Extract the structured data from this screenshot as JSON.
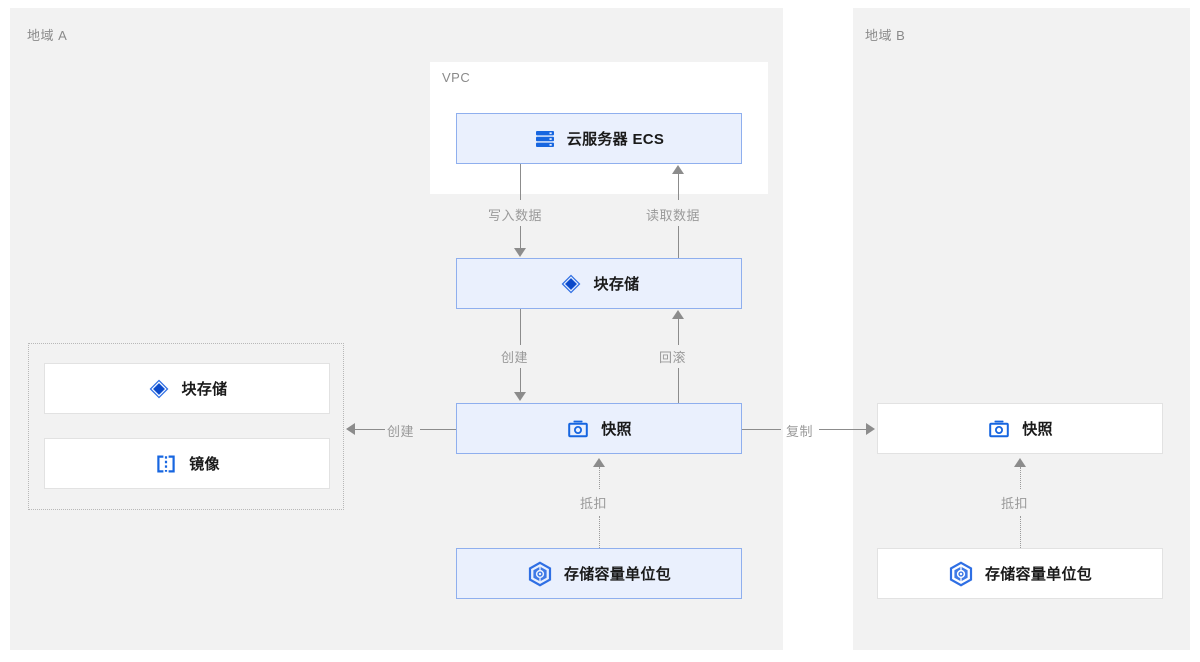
{
  "regions": [
    {
      "id": "a",
      "title": "地域 A"
    },
    {
      "id": "b",
      "title": "地域 B"
    }
  ],
  "vpc": {
    "label": "VPC"
  },
  "nodes": {
    "ecs": {
      "label": "云服务器 ECS",
      "icon": "server-icon"
    },
    "block_storage": {
      "label": "块存储",
      "icon": "block-storage-diamond-icon"
    },
    "snapshot": {
      "label": "快照",
      "icon": "camera-snapshot-icon"
    },
    "scu": {
      "label": "存储容量单位包",
      "icon": "storage-capacity-unit-icon"
    },
    "block_storage_copy": {
      "label": "块存储",
      "icon": "block-storage-diamond-icon"
    },
    "image": {
      "label": "镜像",
      "icon": "image-bracket-icon"
    },
    "snapshot_b": {
      "label": "快照",
      "icon": "camera-snapshot-icon"
    },
    "scu_b": {
      "label": "存储容量单位包",
      "icon": "storage-capacity-unit-icon"
    }
  },
  "edges": {
    "write_data": "写入数据",
    "read_data": "读取数据",
    "create": "创建",
    "rollback": "回滚",
    "create_left": "创建",
    "deduct_a": "抵扣",
    "replicate": "复制",
    "deduct_b": "抵扣"
  },
  "colors": {
    "panel_bg": "#f2f2f2",
    "node_blue_fill": "#eaf0fd",
    "node_blue_border": "#8fafee",
    "node_white_fill": "#ffffff",
    "node_white_border": "#e2e2e2",
    "icon_blue": "#1766e0",
    "connector_gray": "#8c8c8c",
    "label_gray": "#9a9a9a"
  }
}
